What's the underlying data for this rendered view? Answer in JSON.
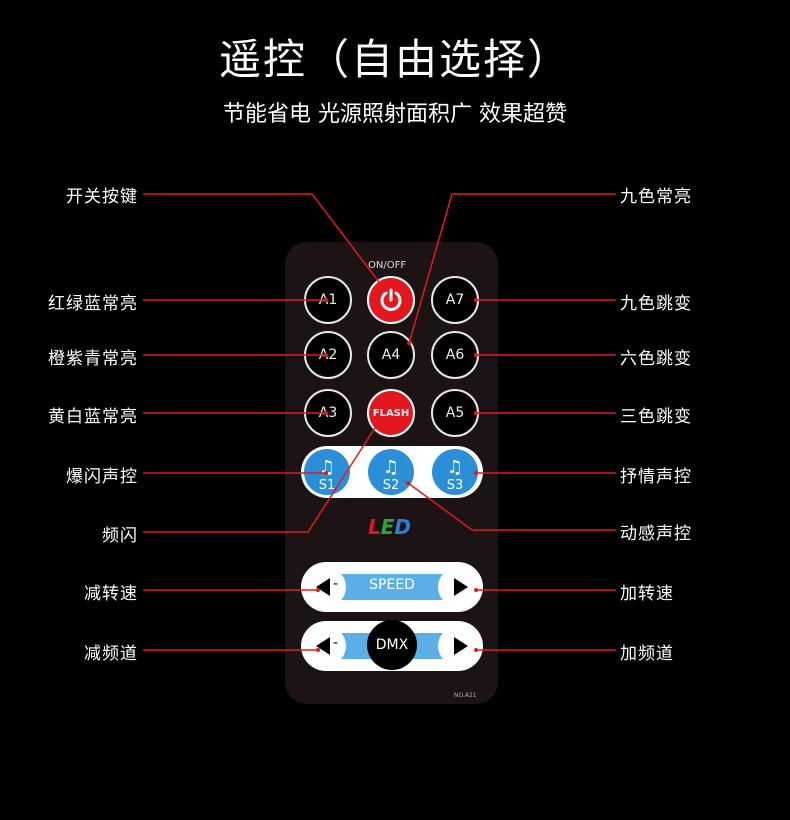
{
  "header": {
    "title": "遥控（自由选择）",
    "subtitle": "节能省电 光源照射面积广 效果超赞"
  },
  "remote": {
    "onoff_label": "ON/OFF",
    "flash_label": "FLASH",
    "keys": {
      "a1": "A1",
      "a2": "A2",
      "a3": "A3",
      "a4": "A4",
      "a5": "A5",
      "a6": "A6",
      "a7": "A7"
    },
    "sound": {
      "s1": "S1",
      "s2": "S2",
      "s3": "S3"
    },
    "led": {
      "l": "L",
      "e": "E",
      "d": "D",
      "colors": [
        "#e3181e",
        "#2aa637",
        "#2a7fd6"
      ]
    },
    "speed_label": "SPEED",
    "dmx_label": "DMX",
    "minus": "-",
    "plus": "+",
    "model": "NO.A21"
  },
  "callouts": {
    "left": [
      "开关按键",
      "红绿蓝常亮",
      "橙紫青常亮",
      "黄白蓝常亮",
      "爆闪声控",
      "频闪",
      "减转速",
      "减频道"
    ],
    "right": [
      "九色常亮",
      "九色跳变",
      "六色跳变",
      "三色跳变",
      "抒情声控",
      "动感声控",
      "加转速",
      "加频道"
    ]
  },
  "colors": {
    "accent": "#e3181e",
    "blue": "#2a8fd6",
    "line": "#e3181e"
  }
}
